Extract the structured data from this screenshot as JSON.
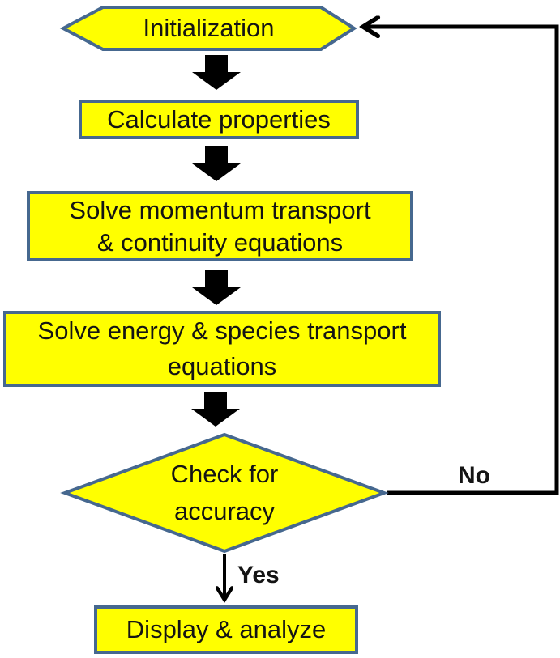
{
  "nodes": {
    "initialization": {
      "label": "Initialization",
      "shape": "hexagon"
    },
    "calculate_properties": {
      "label": "Calculate properties",
      "shape": "rectangle"
    },
    "momentum": {
      "line1": "Solve momentum transport",
      "line2": "& continuity equations",
      "shape": "rectangle"
    },
    "energy": {
      "line1": "Solve energy & species transport",
      "line2": "equations",
      "shape": "rectangle"
    },
    "check_accuracy": {
      "line1": "Check for",
      "line2": "accuracy",
      "shape": "diamond"
    },
    "display_analyze": {
      "label": "Display & analyze",
      "shape": "rectangle"
    }
  },
  "edges": {
    "no_label": "No",
    "yes_label": "Yes"
  },
  "colors": {
    "node_fill": "#ffff00",
    "node_border": "#46688f",
    "connector": "#000000",
    "text": "#141414",
    "background": "#ffffff"
  }
}
